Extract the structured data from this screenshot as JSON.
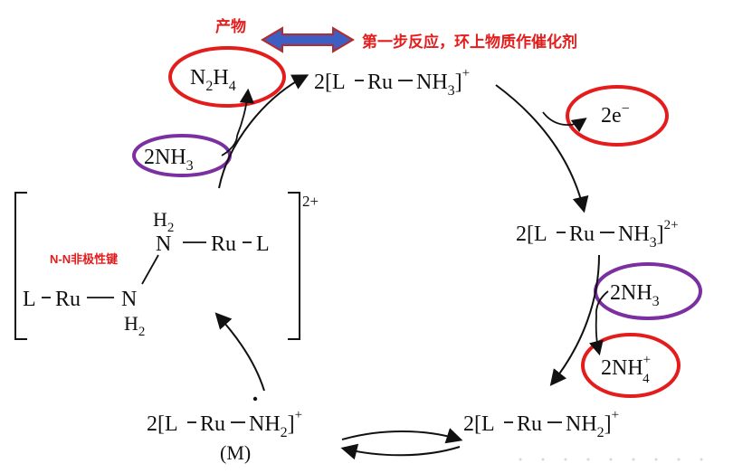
{
  "colors": {
    "annotation_text": "#e41c1c",
    "red_circle": "#e41c1c",
    "purple_circle": "#7b2fa0",
    "equilibrium_arrow_fill": "#3d5fc4",
    "equilibrium_arrow_border": "#b52a2a",
    "ink": "#111111"
  },
  "annotations": {
    "product": "产物",
    "first_step": "第一步反应，环上物质作催化剂",
    "nn_bond": "N-N非极性键"
  },
  "species": {
    "top_complex": "2[L-Ru-NH3]+",
    "right_complex": "2[L-Ru-NH3]2+",
    "bottom_right_complex": "2[L-Ru-NH2]+",
    "bottom_left_complex": "2[L-Ru-NH2]+",
    "bottom_left_tag": "(M)",
    "n2h4": "N2H4",
    "two_nh3_top": "2NH3",
    "two_electrons": "2e−",
    "two_nh3_right": "2NH3",
    "two_nh4": "2NH4+"
  },
  "dimer": {
    "upper_h2": "H2",
    "upper_n": "N",
    "ru": "Ru",
    "upper_l": "L",
    "lower_l": "L",
    "lower_ru": "Ru",
    "lower_n": "N",
    "lower_h2": "H2",
    "charge": "2+"
  }
}
